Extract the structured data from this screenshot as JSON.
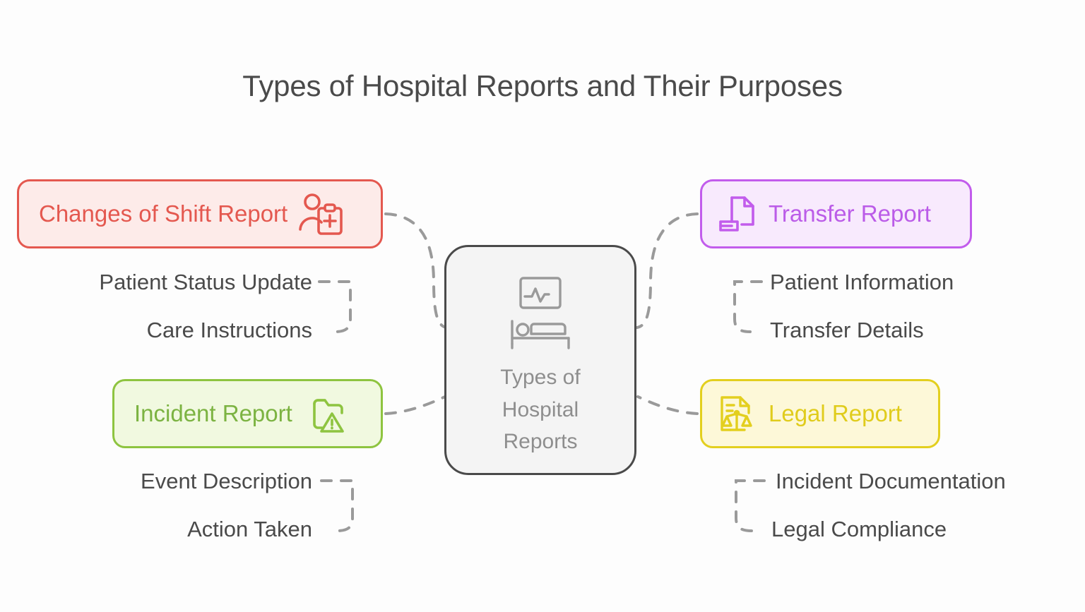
{
  "page": {
    "title": "Types of Hospital Reports and Their Purposes",
    "background_color": "#fdfdfd",
    "text_color": "#4a4a4a"
  },
  "center": {
    "label_line_1": "Types of",
    "label_line_2": "Hospital",
    "label_line_3": "Reports",
    "label_color": "#8e8e8e",
    "border_color": "#4a4a4a",
    "fill_color": "#f4f4f4",
    "icon_monitor": "heartbeat-monitor-icon",
    "icon_bed": "hospital-bed-icon"
  },
  "branches": [
    {
      "id": "shift",
      "label": "Changes of Shift Report",
      "icon": "patient-clipboard-icon",
      "accent_color": "#e4584f",
      "fill_color": "#fdebe9",
      "items": [
        "Patient Status Update",
        "Care Instructions"
      ]
    },
    {
      "id": "incident",
      "label": "Incident Report",
      "icon": "folder-warning-icon",
      "accent_color": "#8ec440",
      "fill_color": "#f1f9e0",
      "items": [
        "Event Description",
        "Action Taken"
      ]
    },
    {
      "id": "transfer",
      "label": "Transfer Report",
      "icon": "document-transfer-icon",
      "accent_color": "#c25cec",
      "fill_color": "#f8eafd",
      "items": [
        "Patient Information",
        "Transfer Details"
      ]
    },
    {
      "id": "legal",
      "label": "Legal Report",
      "icon": "legal-scales-document-icon",
      "accent_color": "#e3cf1e",
      "fill_color": "#fdf8d8",
      "items": [
        "Incident Documentation",
        "Legal Compliance"
      ]
    }
  ],
  "connectors": {
    "style": "dashed",
    "color": "#9a9a9a"
  }
}
